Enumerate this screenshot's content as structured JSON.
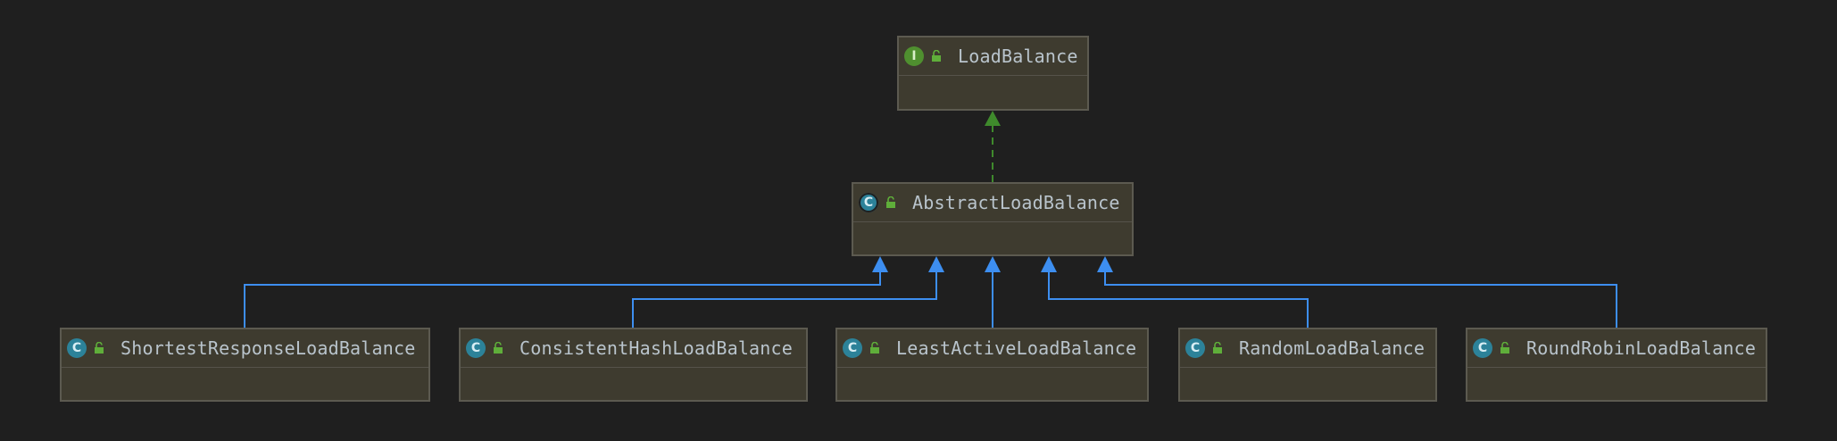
{
  "diagram": {
    "nodes": {
      "load_balance": {
        "name": "LoadBalance",
        "kind": "interface",
        "badge": "I"
      },
      "abstract_load_balance": {
        "name": "AbstractLoadBalance",
        "kind": "abstract",
        "badge": "C"
      },
      "shortest_response": {
        "name": "ShortestResponseLoadBalance",
        "kind": "class",
        "badge": "C"
      },
      "consistent_hash": {
        "name": "ConsistentHashLoadBalance",
        "kind": "class",
        "badge": "C"
      },
      "least_active": {
        "name": "LeastActiveLoadBalance",
        "kind": "class",
        "badge": "C"
      },
      "random": {
        "name": "RandomLoadBalance",
        "kind": "class",
        "badge": "C"
      },
      "round_robin": {
        "name": "RoundRobinLoadBalance",
        "kind": "class",
        "badge": "C"
      }
    },
    "edges": [
      {
        "from": "abstract_load_balance",
        "to": "load_balance",
        "relation": "implements"
      },
      {
        "from": "shortest_response",
        "to": "abstract_load_balance",
        "relation": "extends"
      },
      {
        "from": "consistent_hash",
        "to": "abstract_load_balance",
        "relation": "extends"
      },
      {
        "from": "least_active",
        "to": "abstract_load_balance",
        "relation": "extends"
      },
      {
        "from": "random",
        "to": "abstract_load_balance",
        "relation": "extends"
      },
      {
        "from": "round_robin",
        "to": "abstract_load_balance",
        "relation": "extends"
      }
    ],
    "colors": {
      "background": "#1f1f1f",
      "node_fill": "#3e3b2f",
      "node_border": "#5c5a50",
      "node_text": "#b9c4cc",
      "implements_edge": "#3f8a2c",
      "extends_edge": "#3d8ef0",
      "interface_badge": "#4f8f2f",
      "class_badge": "#2c8299",
      "lock_icon": "#5fae3a"
    }
  }
}
